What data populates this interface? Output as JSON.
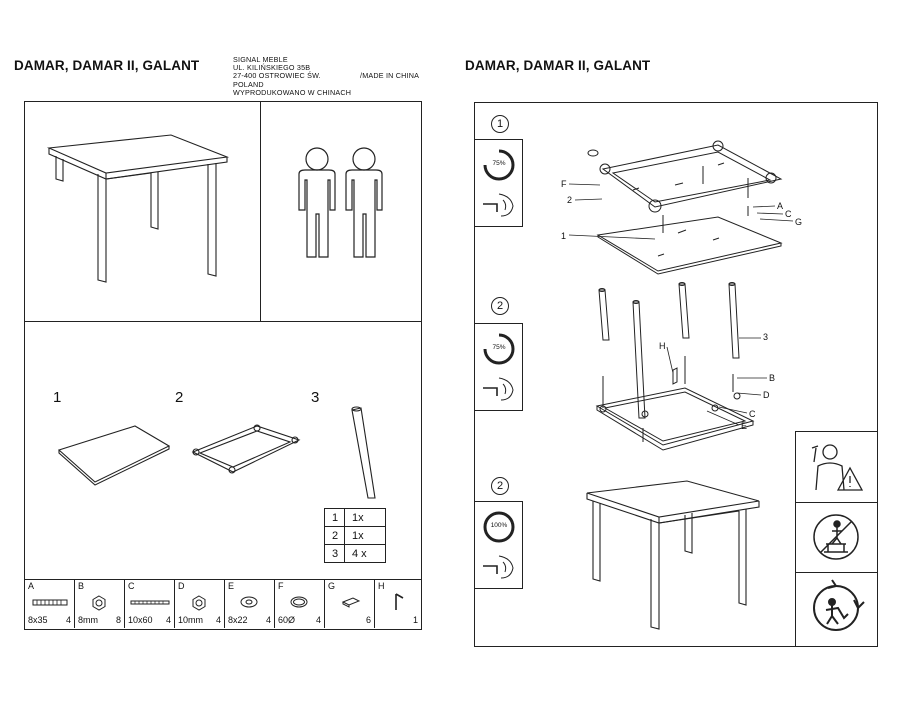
{
  "left_page": {
    "title": "DAMAR, DAMAR II, GALANT",
    "address_lines": [
      "SIGNAL MEBLE",
      "UL. KILIŃSKIEGO 35B",
      "27-400 OSTROWIEC ŚW.",
      "POLAND",
      "WYPRODUKOWANO W CHINACH"
    ],
    "made_in": "/MADE IN CHINA",
    "component_numbers": [
      "1",
      "2",
      "3"
    ],
    "quantity_table": [
      {
        "no": "1",
        "qty": "1x"
      },
      {
        "no": "2",
        "qty": "1x"
      },
      {
        "no": "3",
        "qty": "4 x"
      }
    ],
    "parts": [
      {
        "letter": "A",
        "size": "8x35",
        "qty": "4"
      },
      {
        "letter": "B",
        "size": "8mm",
        "qty": "8"
      },
      {
        "letter": "C",
        "size": "10x60",
        "qty": "4"
      },
      {
        "letter": "D",
        "size": "10mm",
        "qty": "4"
      },
      {
        "letter": "E",
        "size": "8x22",
        "qty": "4"
      },
      {
        "letter": "F",
        "size": "60Ø",
        "qty": "4"
      },
      {
        "letter": "G",
        "size": "",
        "qty": "6"
      },
      {
        "letter": "H",
        "size": "",
        "qty": "1"
      }
    ]
  },
  "right_page": {
    "title": "DAMAR, DAMAR II, GALANT",
    "steps": [
      {
        "number": "1",
        "tighten": "75%",
        "labels": [
          "F",
          "2",
          "1",
          "A",
          "C",
          "G"
        ]
      },
      {
        "number": "2",
        "tighten": "75%",
        "labels": [
          "H",
          "3",
          "B",
          "D",
          "C",
          "E"
        ]
      },
      {
        "number": "2",
        "tighten": "100%"
      }
    ]
  }
}
